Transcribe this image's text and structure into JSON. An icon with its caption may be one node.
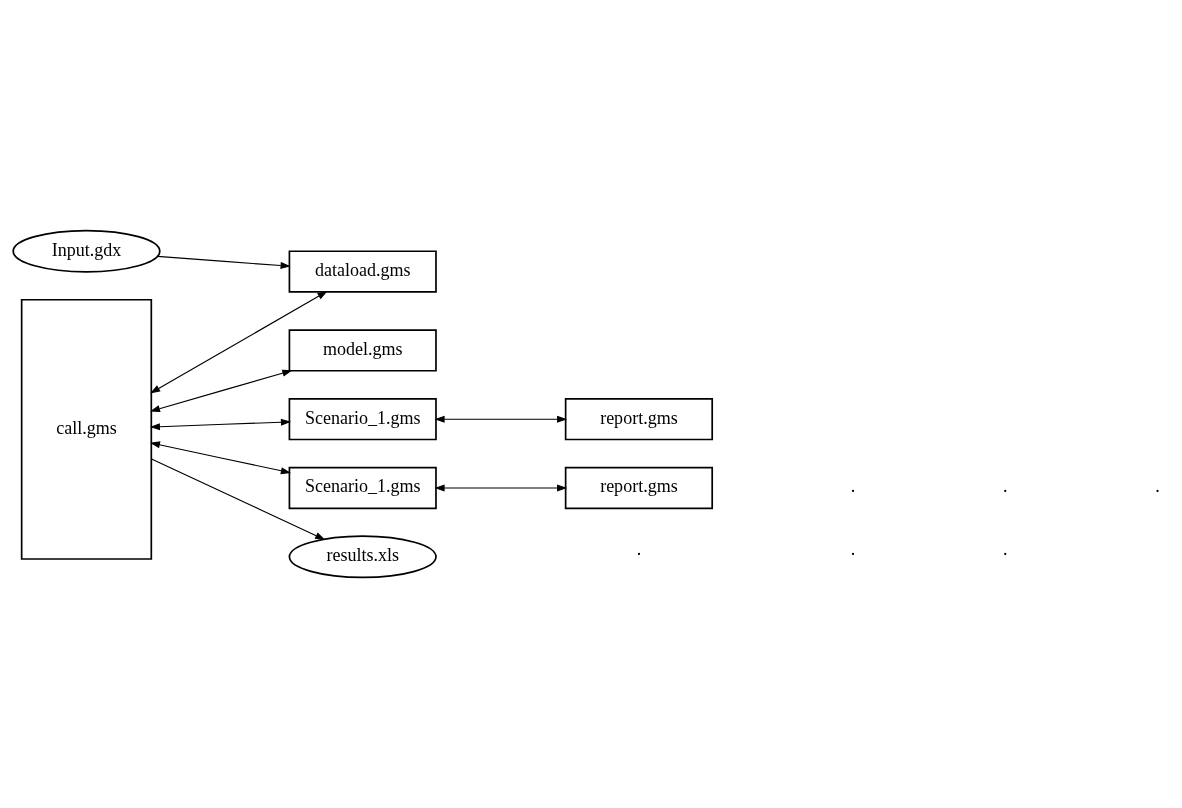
{
  "diagram": {
    "nodes": [
      {
        "text": [
          "Input.gdx"
        ]
      },
      {
        "text": [
          "call.gms"
        ]
      },
      {
        "text": [
          "dataload.gms"
        ]
      },
      {
        "text": [
          "model.gms"
        ]
      },
      {
        "text": [
          "Scenario_1.gms"
        ]
      },
      {
        "text": [
          "report.gms"
        ]
      },
      {
        "text": [
          "Scenario_1.gms"
        ]
      },
      {
        "text": [
          "report.gms"
        ]
      },
      {
        "text": [
          "results.xls"
        ]
      }
    ],
    "edges": [
      {
        "from": 0,
        "to": 2,
        "arrow": "to"
      },
      {
        "from": 1,
        "to": 2,
        "arrow": "both"
      },
      {
        "from": 1,
        "to": 3,
        "arrow": "both"
      },
      {
        "from": 1,
        "to": 4,
        "arrow": "both"
      },
      {
        "from": 4,
        "to": 5,
        "arrow": "both"
      },
      {
        "from": 1,
        "to": 6,
        "arrow": "both"
      },
      {
        "from": 6,
        "to": 7,
        "arrow": "both"
      },
      {
        "from": 1,
        "to": 8,
        "arrow": "to"
      }
    ],
    "labels": [
      ".",
      ".",
      ".",
      ".",
      ".",
      "."
    ]
  }
}
